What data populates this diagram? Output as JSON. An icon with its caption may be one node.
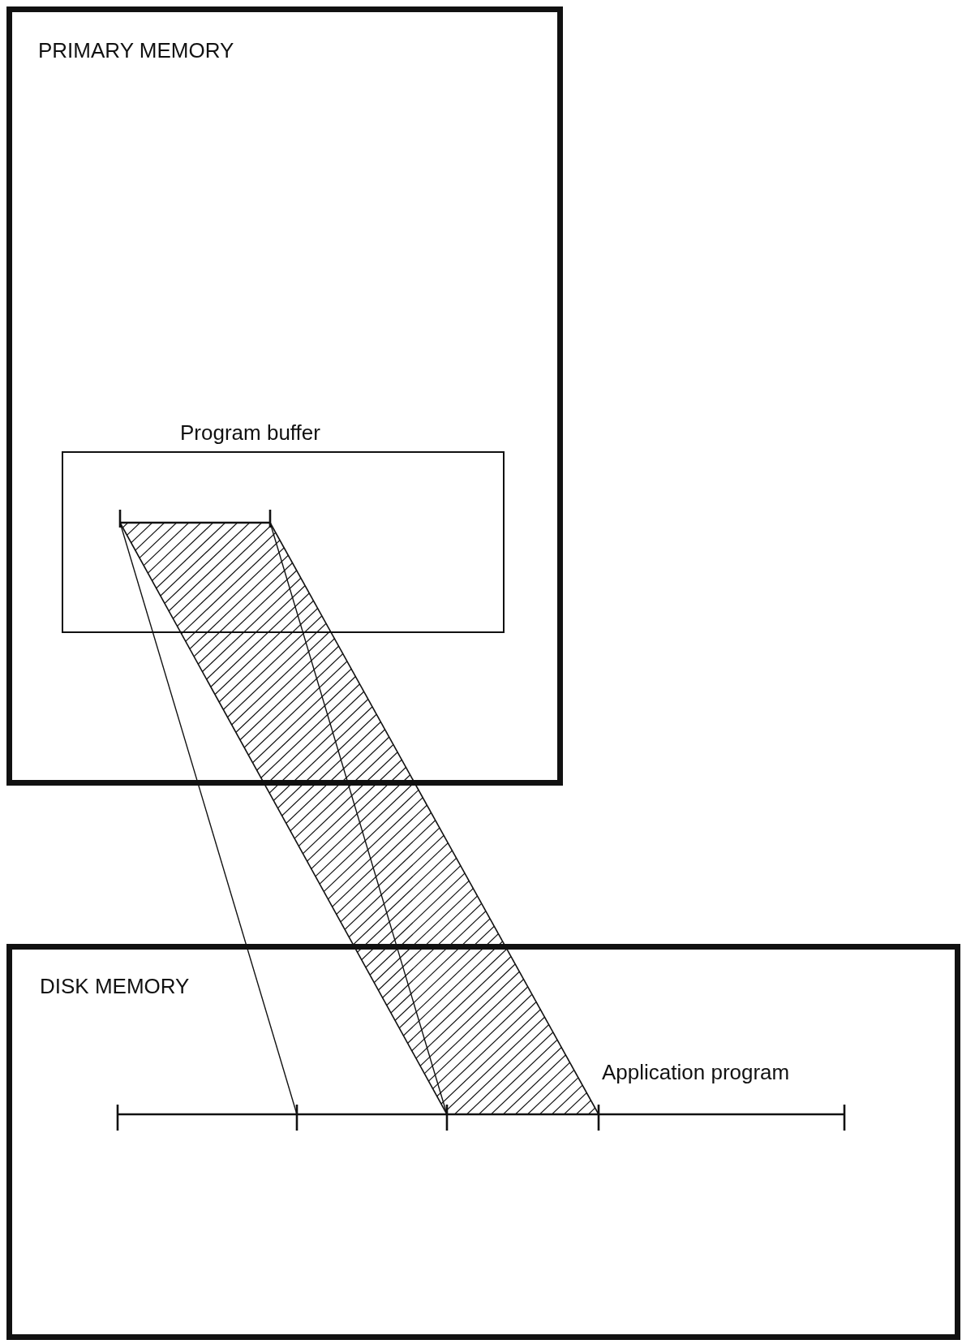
{
  "diagram": {
    "nodes": [
      {
        "text": [
          "PRIMARY MEMORY"
        ]
      },
      {
        "text": [
          "Program buffer"
        ],
        "in": 0
      },
      {
        "text": [
          "DISK MEMORY"
        ]
      },
      {
        "text": [],
        "shape": "bar",
        "in": 1
      },
      {
        "text": [],
        "shape": "bar",
        "in": 2
      }
    ],
    "edges": [
      {
        "from": 3,
        "to": 4,
        "arrow": "none"
      },
      {
        "from": 3,
        "to": 4,
        "arrow": "none"
      },
      {
        "from": 3,
        "to": 4,
        "arrow": "none"
      },
      {
        "from": 3,
        "to": 4,
        "arrow": "none"
      }
    ],
    "labels": [
      "Application program"
    ]
  }
}
